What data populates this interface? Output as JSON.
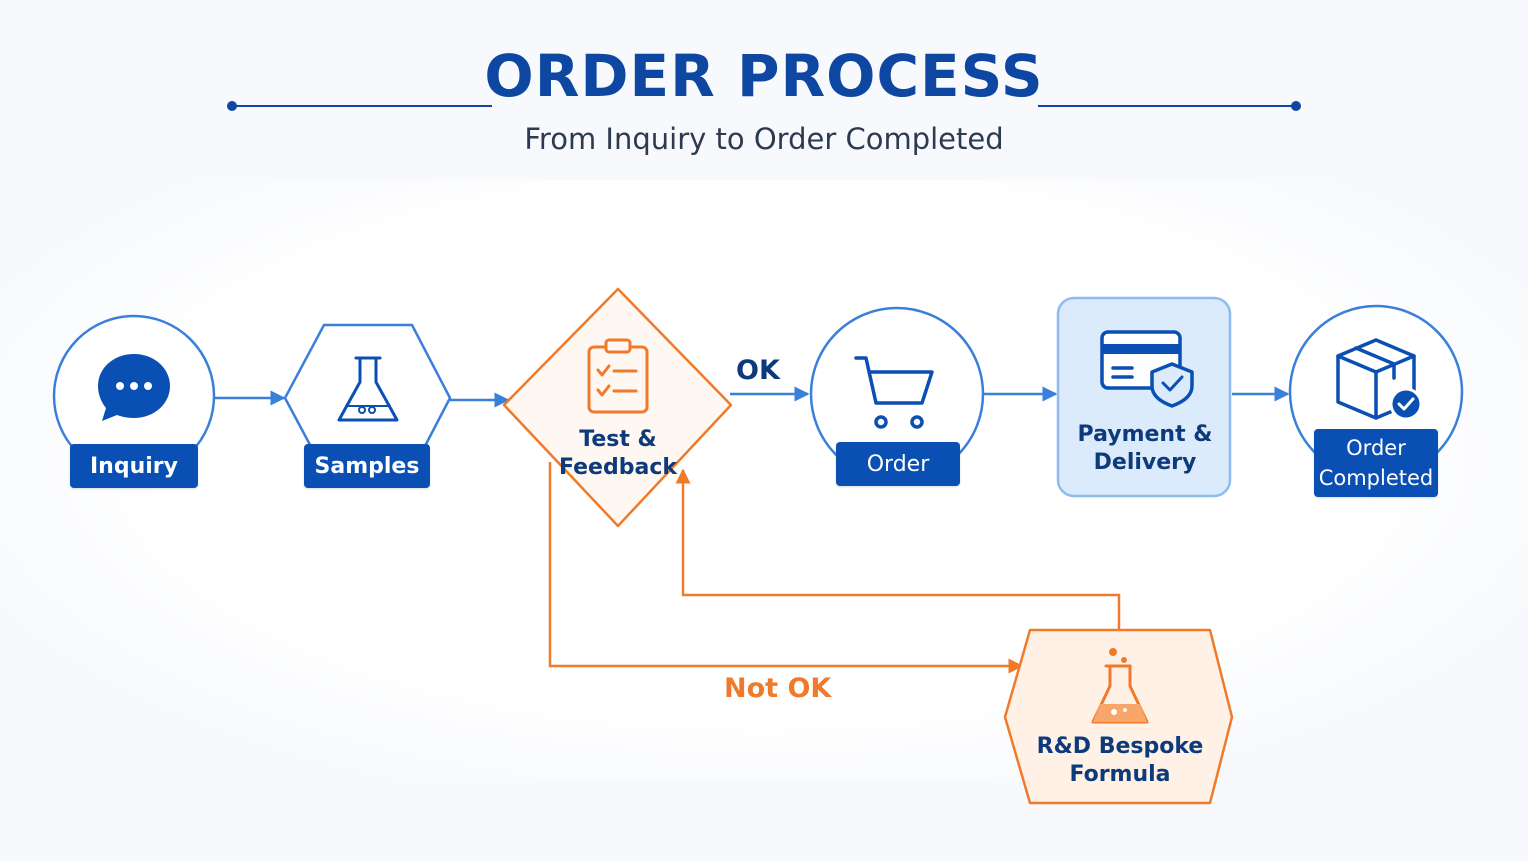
{
  "header": {
    "title": "ORDER PROCESS",
    "subtitle": "From Inquiry to Order Completed"
  },
  "nodes": {
    "inquiry": {
      "label": "Inquiry",
      "icon": "chat-bubble-icon"
    },
    "samples": {
      "label": "Samples",
      "icon": "flask-icon"
    },
    "test_feedback": {
      "label_line1": "Test &",
      "label_line2": "Feedback",
      "icon": "clipboard-checklist-icon"
    },
    "order": {
      "label": "Order",
      "icon": "shopping-cart-icon"
    },
    "payment_delivery": {
      "label_line1": "Payment &",
      "label_line2": "Delivery",
      "icon": "credit-card-shield-icon"
    },
    "order_completed": {
      "label_line1": "Order",
      "label_line2": "Completed",
      "icon": "box-check-icon"
    },
    "rnd_formula": {
      "label_line1": "R&D Bespoke",
      "label_line2": "Formula",
      "icon": "bubbling-flask-icon"
    }
  },
  "edges": {
    "ok_label": "OK",
    "not_ok_label": "Not OK"
  },
  "colors": {
    "primary_blue": "#0a4fb3",
    "title_blue": "#0d47a1",
    "arrow_blue": "#3a7fd9",
    "accent_orange": "#f07a2a",
    "light_blue_fill": "#dcebfb",
    "light_orange_fill": "#fff1e6"
  }
}
